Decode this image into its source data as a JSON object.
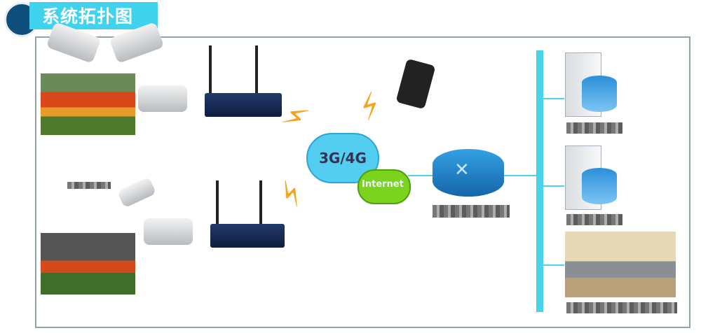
{
  "header": {
    "title": "系统拓扑图"
  },
  "network": {
    "cellular_cloud_label": "3G/4G",
    "internet_cloud_label": "Internet"
  },
  "colors": {
    "accent": "#3fd3ee",
    "bus": "#49d3ea",
    "frame": "#8fa3a8"
  }
}
